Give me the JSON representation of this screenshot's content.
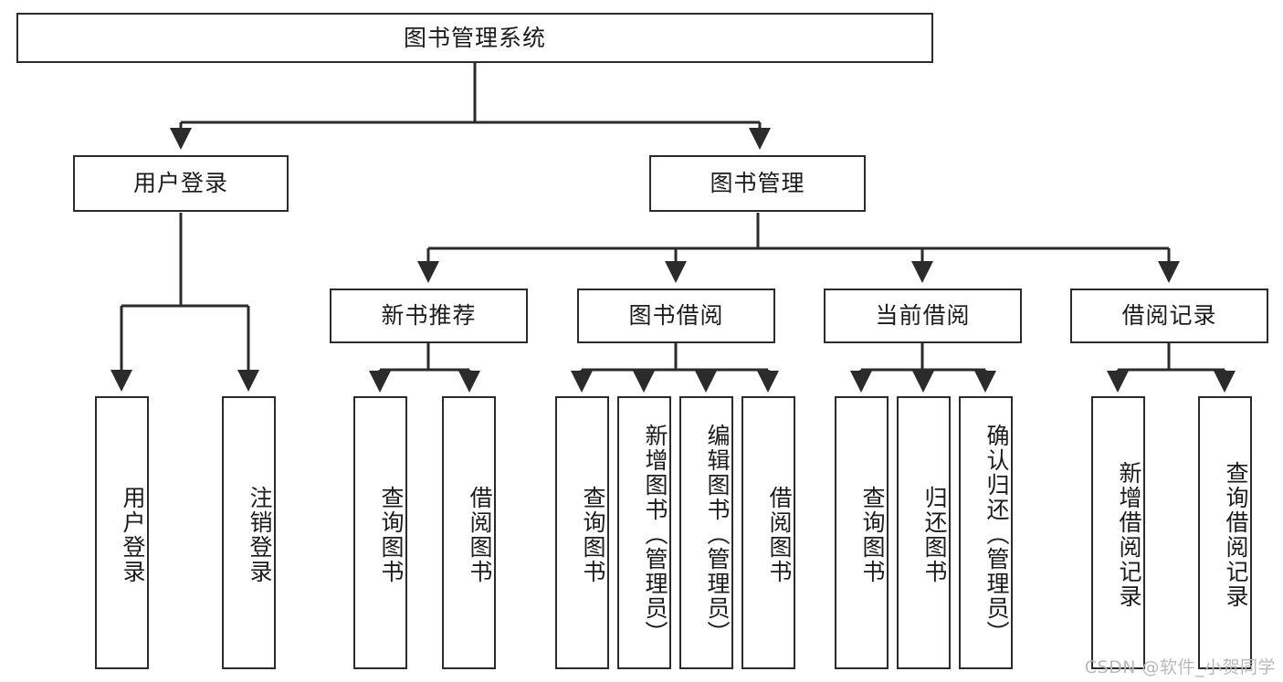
{
  "diagram": {
    "type": "tree",
    "title": "图书管理系统",
    "colors": {
      "stroke": "#2b2b2b",
      "fill": "#ffffff",
      "text": "#1b1b1b",
      "watermark": "#b9b9b9"
    },
    "root": {
      "label": "图书管理系统"
    },
    "level2": [
      {
        "label": "用户登录"
      },
      {
        "label": "图书管理"
      }
    ],
    "level3": [
      {
        "label": "新书推荐"
      },
      {
        "label": "图书借阅"
      },
      {
        "label": "当前借阅"
      },
      {
        "label": "借阅记录"
      }
    ],
    "leaves": {
      "user_login": [
        {
          "label": "用户登录"
        },
        {
          "label": "注销登录"
        }
      ],
      "new_book": [
        {
          "label": "查询图书"
        },
        {
          "label": "借阅图书"
        }
      ],
      "book_borrow": [
        {
          "label": "查询图书"
        },
        {
          "label": "新增图书（管理员）"
        },
        {
          "label": "编辑图书（管理员）"
        },
        {
          "label": "借阅图书"
        }
      ],
      "current_borrow": [
        {
          "label": "查询图书"
        },
        {
          "label": "归还图书"
        },
        {
          "label": "确认归还（管理员）"
        }
      ],
      "borrow_record": [
        {
          "label": "新增借阅记录"
        },
        {
          "label": "查询借阅记录"
        }
      ]
    }
  },
  "watermark": {
    "text": "CSDN @软件_小贺同学"
  }
}
